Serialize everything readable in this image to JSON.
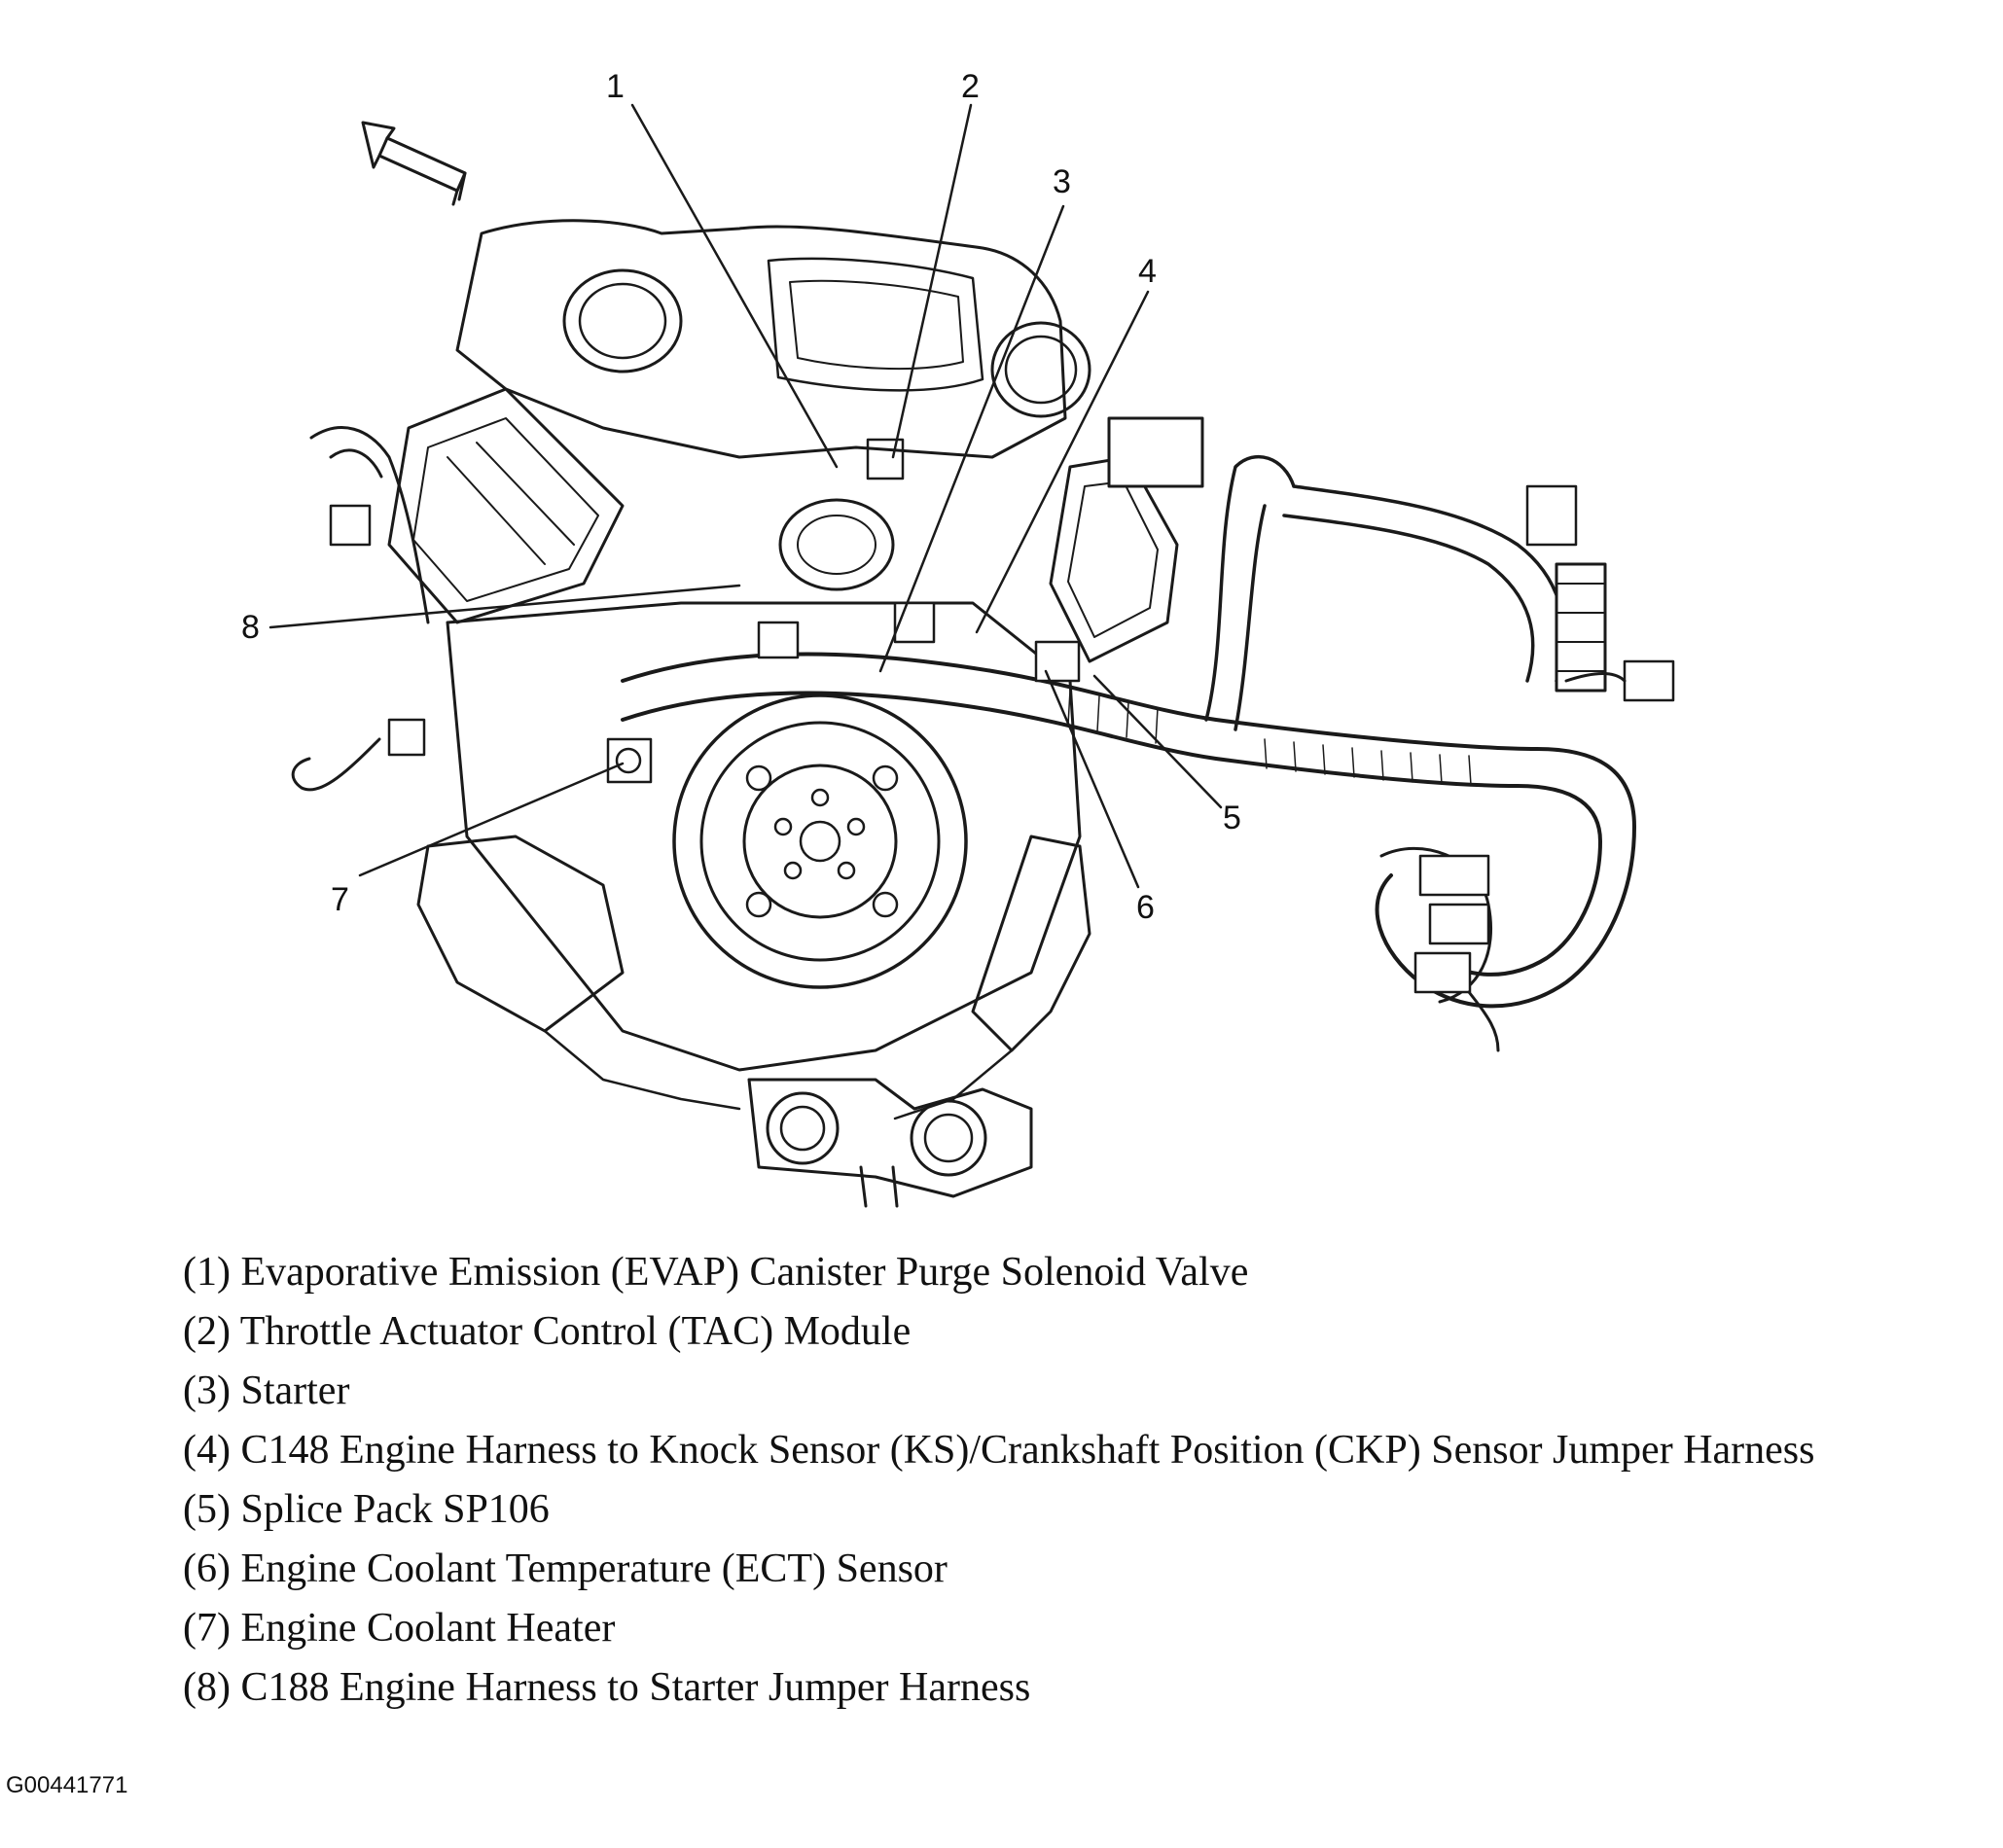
{
  "callouts": [
    {
      "num": "1",
      "label": "(1) Evaporative Emission (EVAP) Canister Purge Solenoid Valve"
    },
    {
      "num": "2",
      "label": "(2) Throttle Actuator Control (TAC) Module"
    },
    {
      "num": "3",
      "label": "(3) Starter"
    },
    {
      "num": "4",
      "label": "(4) C148 Engine Harness to Knock Sensor (KS)/Crankshaft Position (CKP) Sensor Jumper Harness"
    },
    {
      "num": "5",
      "label": "(5) Splice Pack SP106"
    },
    {
      "num": "6",
      "label": "(6) Engine Coolant Temperature (ECT) Sensor"
    },
    {
      "num": "7",
      "label": "(7) Engine Coolant Heater"
    },
    {
      "num": "8",
      "label": "(8) C188 Engine Harness to Starter Jumper Harness"
    }
  ],
  "figure_id": "G00441771"
}
